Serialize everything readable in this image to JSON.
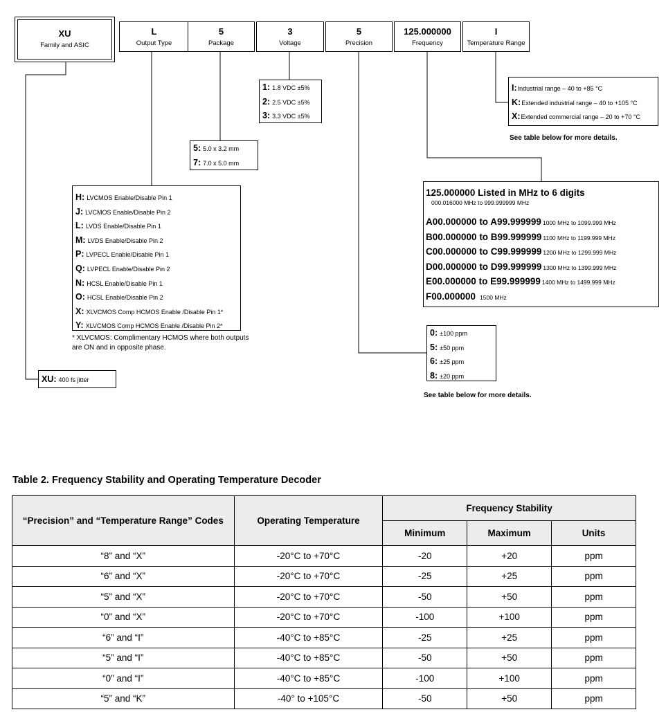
{
  "codes": {
    "family": {
      "code": "XU",
      "label": "Family and ASIC"
    },
    "output": {
      "code": "L",
      "label": "Output Type"
    },
    "package": {
      "code": "5",
      "label": "Package"
    },
    "voltage": {
      "code": "3",
      "label": "Voltage"
    },
    "precision": {
      "code": "5",
      "label": "Precision"
    },
    "frequency": {
      "code": "125.000000",
      "label": "Frequency"
    },
    "temperature": {
      "code": "I",
      "label": "Temperature Range"
    }
  },
  "voltage_options": [
    {
      "key": "1:",
      "text": "1.8 VDC ±5%"
    },
    {
      "key": "2:",
      "text": "2.5 VDC ±5%"
    },
    {
      "key": "3:",
      "text": "3.3 VDC ±5%"
    }
  ],
  "package_options": [
    {
      "key": "5:",
      "text": "5.0 x 3.2 mm"
    },
    {
      "key": "7:",
      "text": "7.0 x 5.0 mm"
    }
  ],
  "temperature_options": [
    {
      "key": "I:",
      "text": "Industrial range – 40 to +85 °C"
    },
    {
      "key": "K:",
      "text": "Extended industrial range – 40 to +105 °C"
    },
    {
      "key": "X:",
      "text": "Extended commercial range – 20 to +70 °C"
    }
  ],
  "temperature_note": "See table below for more details.",
  "output_options": [
    {
      "key": "H:",
      "text": "LVCMOS Enable/Disable Pin 1"
    },
    {
      "key": "J:",
      "text": "LVCMOS Enable/Disable Pin 2"
    },
    {
      "key": "L:",
      "text": "LVDS Enable/Disable Pin 1"
    },
    {
      "key": "M:",
      "text": "LVDS Enable/Disable Pin 2"
    },
    {
      "key": "P:",
      "text": "LVPECL Enable/Disable Pin 1"
    },
    {
      "key": "Q:",
      "text": "LVPECL Enable/Disable Pin 2"
    },
    {
      "key": "N:",
      "text": "HCSL Enable/Disable Pin 1"
    },
    {
      "key": "O:",
      "text": "HCSL Enable/Disable Pin 2"
    },
    {
      "key": "X:",
      "text": "XLVCMOS Comp HCMOS Enable /Disable Pin 1*"
    },
    {
      "key": "Y:",
      "text": "XLVCMOS Comp HCMOS Enable /Disable Pin 2*"
    }
  ],
  "output_note_line1": "* XLVCMOS: Complimentary HCMOS where both outputs",
  "output_note_line2": "are ON and in opposite phase.",
  "family_option": {
    "key": "XU:",
    "text": "400 fs jitter"
  },
  "frequency_box": {
    "header": "125.000000 Listed in MHz to 6 digits",
    "sub": "000.016000 MHz to 999.999999 MHz",
    "rows": [
      {
        "bold": "A00.000000 to A99.999999",
        "small": "1000 MHz to 1099.999 MHz"
      },
      {
        "bold": "B00.000000 to B99.999999",
        "small": "1100 MHz to 1199.999 MHz"
      },
      {
        "bold": "C00.000000 to C99.999999",
        "small": "1200 MHz to 1299.999 MHz"
      },
      {
        "bold": "D00.000000 to D99.999999",
        "small": "1300 MHz to 1399.999 MHz"
      },
      {
        "bold": "E00.000000 to E99.999999",
        "small": "1400 MHz to 1499.999 MHz"
      },
      {
        "bold": "F00.000000",
        "small": "1500 MHz"
      }
    ]
  },
  "precision_options": [
    {
      "key": "0:",
      "text": "±100 ppm"
    },
    {
      "key": "5:",
      "text": "±50 ppm"
    },
    {
      "key": "6:",
      "text": "±25 ppm"
    },
    {
      "key": "8:",
      "text": "±20 ppm"
    }
  ],
  "precision_note": "See table below for more details.",
  "table": {
    "title": "Table 2.  Frequency Stability and Operating Temperature Decoder",
    "col_codes": "“Precision” and “Temperature Range” Codes",
    "col_temp": "Operating Temperature",
    "col_group": "Frequency Stability",
    "col_min": "Minimum",
    "col_max": "Maximum",
    "col_units": "Units",
    "rows": [
      {
        "codes": "“8” and “X”",
        "temp": "-20°C to +70°C",
        "min": "-20",
        "max": "+20",
        "units": "ppm"
      },
      {
        "codes": "“6” and “X”",
        "temp": "-20°C to +70°C",
        "min": "-25",
        "max": "+25",
        "units": "ppm"
      },
      {
        "codes": "“5” and “X”",
        "temp": "-20°C to +70°C",
        "min": "-50",
        "max": "+50",
        "units": "ppm"
      },
      {
        "codes": "“0” and “X”",
        "temp": "-20°C to +70°C",
        "min": "-100",
        "max": "+100",
        "units": "ppm"
      },
      {
        "codes": "“6” and “I”",
        "temp": "-40°C to +85°C",
        "min": "-25",
        "max": "+25",
        "units": "ppm"
      },
      {
        "codes": "“5” and “I”",
        "temp": "-40°C to +85°C",
        "min": "-50",
        "max": "+50",
        "units": "ppm"
      },
      {
        "codes": "“0” and “I”",
        "temp": "-40°C to +85°C",
        "min": "-100",
        "max": "+100",
        "units": "ppm"
      },
      {
        "codes": "“5” and “K”",
        "temp": "-40° to +105°C",
        "min": "-50",
        "max": "+50",
        "units": "ppm"
      }
    ]
  }
}
